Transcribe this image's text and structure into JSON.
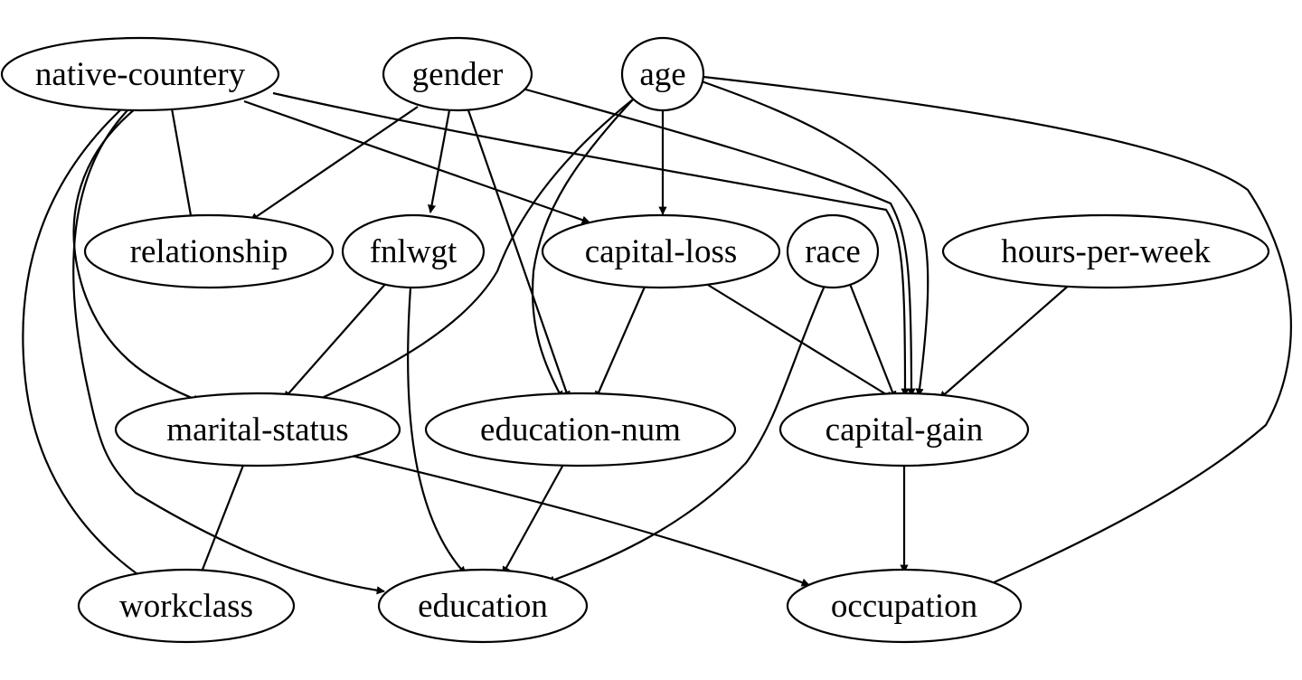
{
  "graph": {
    "type": "directed-graph",
    "nodes": [
      {
        "id": "native-countery",
        "label": "native-countery"
      },
      {
        "id": "gender",
        "label": "gender"
      },
      {
        "id": "age",
        "label": "age"
      },
      {
        "id": "relationship",
        "label": "relationship"
      },
      {
        "id": "fnlwgt",
        "label": "fnlwgt"
      },
      {
        "id": "capital-loss",
        "label": "capital-loss"
      },
      {
        "id": "race",
        "label": "race"
      },
      {
        "id": "hours-per-week",
        "label": "hours-per-week"
      },
      {
        "id": "marital-status",
        "label": "marital-status"
      },
      {
        "id": "education-num",
        "label": "education-num"
      },
      {
        "id": "capital-gain",
        "label": "capital-gain"
      },
      {
        "id": "workclass",
        "label": "workclass"
      },
      {
        "id": "education",
        "label": "education"
      },
      {
        "id": "occupation",
        "label": "occupation"
      }
    ],
    "edges": [
      {
        "from": "native-countery",
        "to": "relationship"
      },
      {
        "from": "native-countery",
        "to": "capital-loss"
      },
      {
        "from": "native-countery",
        "to": "capital-gain"
      },
      {
        "from": "native-countery",
        "to": "marital-status"
      },
      {
        "from": "native-countery",
        "to": "workclass"
      },
      {
        "from": "native-countery",
        "to": "education"
      },
      {
        "from": "gender",
        "to": "relationship"
      },
      {
        "from": "gender",
        "to": "fnlwgt"
      },
      {
        "from": "gender",
        "to": "education-num"
      },
      {
        "from": "gender",
        "to": "capital-gain"
      },
      {
        "from": "age",
        "to": "capital-loss"
      },
      {
        "from": "age",
        "to": "marital-status"
      },
      {
        "from": "age",
        "to": "education-num"
      },
      {
        "from": "age",
        "to": "capital-gain"
      },
      {
        "from": "age",
        "to": "occupation"
      },
      {
        "from": "fnlwgt",
        "to": "marital-status"
      },
      {
        "from": "fnlwgt",
        "to": "education"
      },
      {
        "from": "capital-loss",
        "to": "education-num"
      },
      {
        "from": "capital-loss",
        "to": "capital-gain"
      },
      {
        "from": "race",
        "to": "capital-gain"
      },
      {
        "from": "race",
        "to": "education"
      },
      {
        "from": "hours-per-week",
        "to": "capital-gain"
      },
      {
        "from": "marital-status",
        "to": "workclass"
      },
      {
        "from": "marital-status",
        "to": "occupation"
      },
      {
        "from": "education-num",
        "to": "education"
      },
      {
        "from": "capital-gain",
        "to": "occupation"
      }
    ]
  }
}
